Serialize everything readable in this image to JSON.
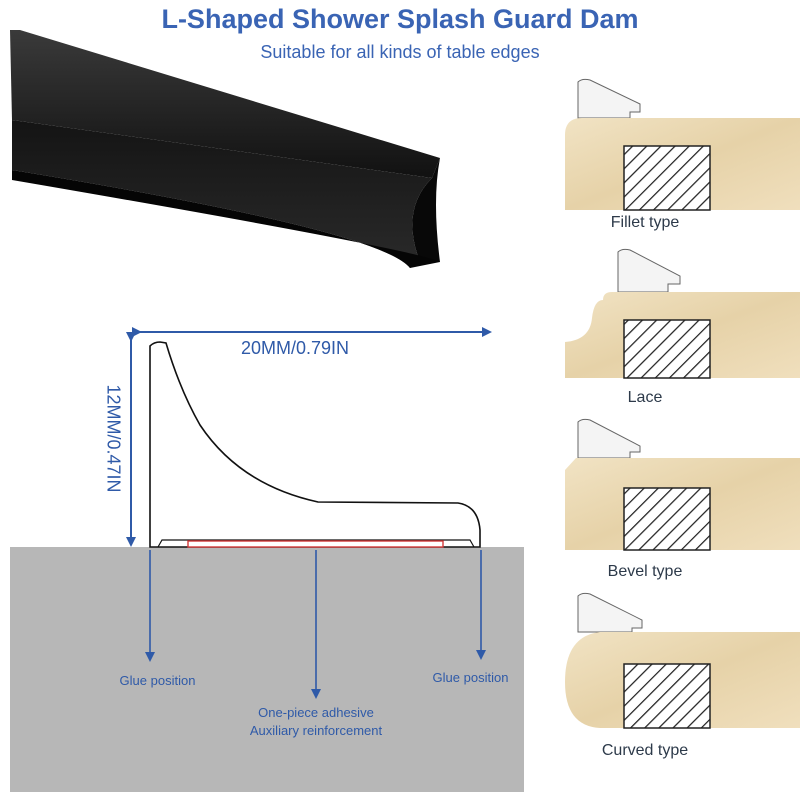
{
  "header": {
    "title": "L-Shaped Shower Splash Guard Dam",
    "subtitle": "Suitable for all kinds of table edges"
  },
  "dimensions": {
    "width_label": "20MM/0.79IN",
    "height_label": "12MM/0.47IN"
  },
  "callouts": {
    "glue_left": "Glue position",
    "glue_right": "Glue position",
    "adhesive_line1": "One-piece adhesive",
    "adhesive_line2": "Auxiliary reinforcement"
  },
  "edge_types": [
    {
      "label": "Fillet type"
    },
    {
      "label": "Lace"
    },
    {
      "label": "Bevel type"
    },
    {
      "label": "Curved type"
    }
  ],
  "colors": {
    "title": "#3a64b4",
    "accent_arrow": "#2f5aa8",
    "adhesive": "#d33a3a",
    "surface": "#b7b7b7",
    "product": "#1a1a1a",
    "stone": "#ead9b4"
  }
}
